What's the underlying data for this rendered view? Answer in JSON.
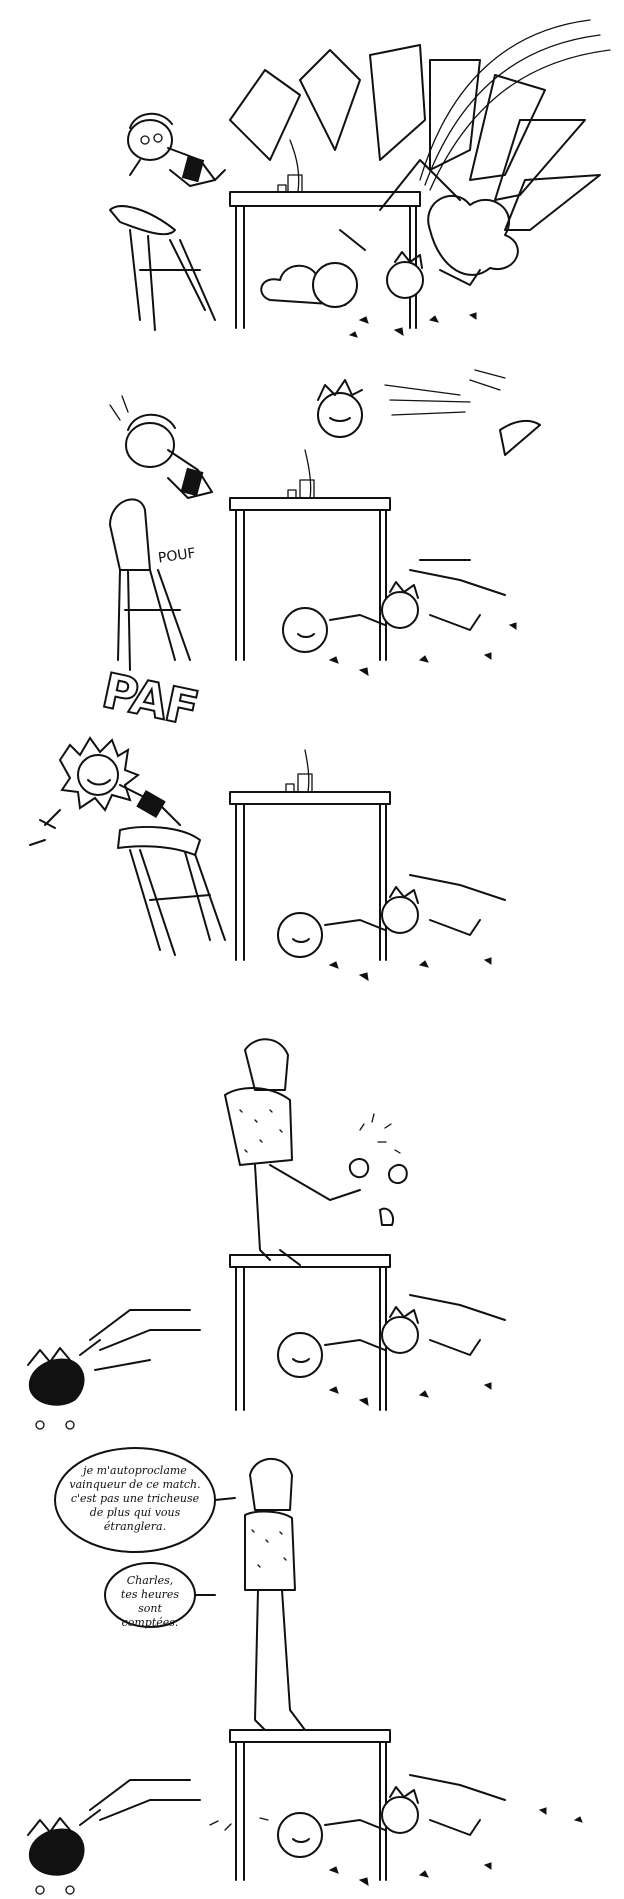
{
  "colors": {
    "ink": "#111111",
    "paper": "#ffffff"
  },
  "panels": [
    {
      "sfx": []
    },
    {
      "sfx": [
        "POUF"
      ]
    },
    {
      "sfx": [
        "PAF"
      ]
    },
    {
      "sfx": []
    },
    {
      "sfx": [],
      "speech": [
        {
          "lines": [
            "je m'autoproclame",
            "vainqueur de ce match.",
            "c'est pas une tricheuse",
            "de plus qui vous",
            "étranglera."
          ]
        },
        {
          "lines": [
            "Charles,",
            "tes heures",
            "sont comptées."
          ]
        }
      ]
    }
  ]
}
